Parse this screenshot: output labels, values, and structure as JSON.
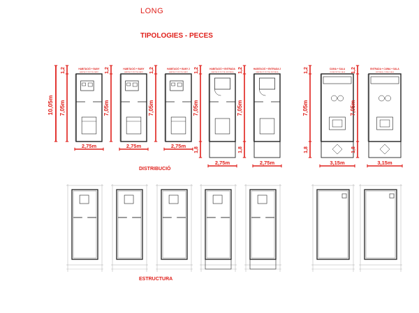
{
  "header": {
    "title": "LONG",
    "subtitle": "TIPOLOGIES - PECES"
  },
  "sections": {
    "distribution": "DISTRIBUCIÓ",
    "structure": "ESTRUCTURA"
  },
  "dimensions": {
    "total_height": "10,05m",
    "top_band": "1,2",
    "main_height": "7,05m",
    "bottom_band": "1,8",
    "width_narrow": "2,75m",
    "width_wide": "3,15m"
  },
  "units": [
    {
      "label": "HABITACIÓ + BANY",
      "note": "HABITACIÓ PETITA I BANY",
      "width_label": "2,75m",
      "balcony": false
    },
    {
      "label": "HABITACIÓ + BANY",
      "note": "HABITACIÓ PETITA I BANY",
      "width_label": "2,75m",
      "balcony": false
    },
    {
      "label": "HABITACIÓ + BANY 2",
      "note": "HABITACIÓ PETITA I BANY",
      "width_label": "2,75m",
      "balcony": false
    },
    {
      "label": "HABITACIÓ + ENTRADA",
      "note": "HABITACIÓ PETITA I ENTRADA",
      "width_label": "2,75m",
      "balcony": true
    },
    {
      "label": "HABITACIÓ + ENTRADA 2",
      "note": "HABITACIÓ PETITA I ENTRADA",
      "width_label": "2,75m",
      "balcony": true
    },
    {
      "label": "CUINA + SALA",
      "note": "CUINA PETITA I SALA",
      "width_label": "3,15m",
      "balcony": true
    },
    {
      "label": "ENTRADA + CUINA + SALA",
      "note": "ENTRADA, CUINA I SALA",
      "width_label": "3,15m",
      "balcony": true
    }
  ],
  "colors": {
    "accent": "#e0201b",
    "line": "#222222",
    "grid": "#999999"
  }
}
